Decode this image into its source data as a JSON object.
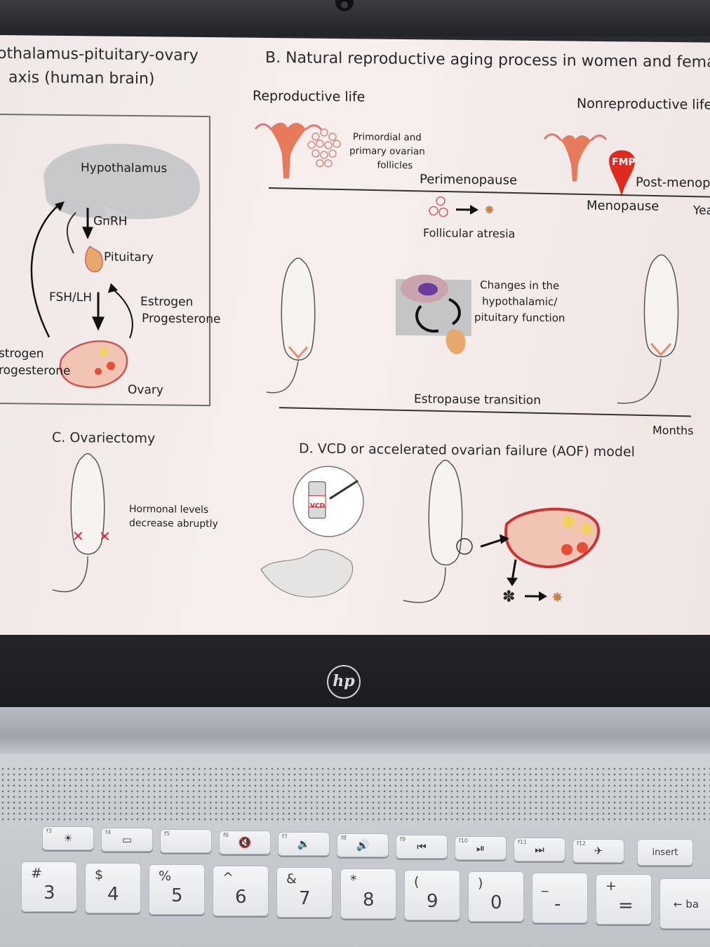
{
  "panel_a": {
    "title_line1": "othalamus-pituitary-ovary",
    "title_line2": "axis (human brain)",
    "hypothalamus": "Hypothalamus",
    "gnrh": "GnRH",
    "pituitary": "Pituitary",
    "fsh_lh": "FSH/LH",
    "estrogen": "Estrogen",
    "progesterone": "Progesterone",
    "left_estrogen": "strogen",
    "left_progesterone": "rogesterone",
    "ovary": "Ovary"
  },
  "panel_b": {
    "title": "B. Natural reproductive aging process in women and female rats",
    "reproductive_life": "Reproductive life",
    "nonreproductive_life": "Nonreproductive life",
    "follicles_line1": "Primordial and",
    "follicles_line2": "primary ovarian",
    "follicles_line3": "follicles",
    "perimenopause": "Perimenopause",
    "fmp": "FMP",
    "postmenopause": "Post-menopa",
    "menopause": "Menopause",
    "years": "Yea",
    "follicular_atresia": "Follicular atresia",
    "changes_line1": "Changes in the",
    "changes_line2": "hypothalamic/",
    "changes_line3": "pituitary function",
    "estropause": "Estropause transition",
    "months": "Months"
  },
  "panel_c": {
    "title": "C. Ovariectomy",
    "note_line1": "Hormonal levels",
    "note_line2": "decrease abruptly"
  },
  "panel_d": {
    "title": "D. VCD or accelerated ovarian failure (AOF) model",
    "vial_label": "VCD"
  },
  "laptop": {
    "brand": "hp"
  },
  "keyboard": {
    "fkeys": [
      {
        "fn": "f3",
        "glyph": "☀"
      },
      {
        "fn": "f4",
        "glyph": "▭"
      },
      {
        "fn": "f5",
        "glyph": ""
      },
      {
        "fn": "f6",
        "glyph": "🔇"
      },
      {
        "fn": "f7",
        "glyph": "🔉"
      },
      {
        "fn": "f8",
        "glyph": "🔊"
      },
      {
        "fn": "f9",
        "glyph": "⏮"
      },
      {
        "fn": "f10",
        "glyph": "⏯"
      },
      {
        "fn": "f11",
        "glyph": "⏭"
      },
      {
        "fn": "f12",
        "glyph": "✈"
      }
    ],
    "insert": "insert",
    "numkeys": [
      {
        "top": "#",
        "main": "3"
      },
      {
        "top": "$",
        "main": "4"
      },
      {
        "top": "%",
        "main": "5"
      },
      {
        "top": "^",
        "main": "6"
      },
      {
        "top": "&",
        "main": "7"
      },
      {
        "top": "*",
        "main": "8"
      },
      {
        "top": "(",
        "main": "9"
      },
      {
        "top": ")",
        "main": "0"
      },
      {
        "top": "_",
        "main": "-"
      },
      {
        "top": "+",
        "main": "="
      }
    ],
    "backspace": "← ba"
  }
}
